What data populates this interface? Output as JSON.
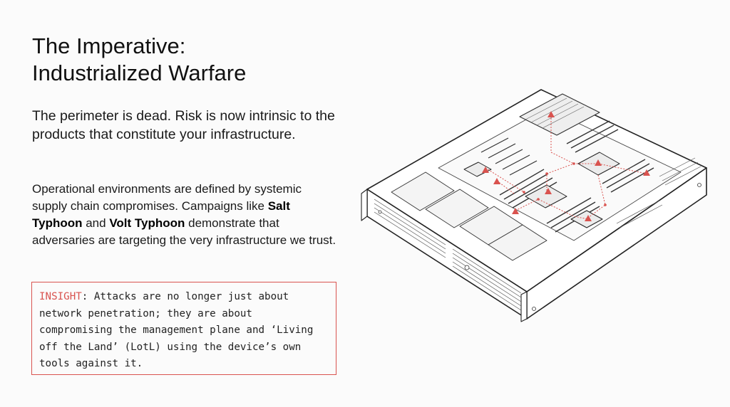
{
  "title": {
    "line1": "The Imperative:",
    "line2": "Industrialized Warfare"
  },
  "lead": "The perimeter is dead. Risk is now intrinsic to the products that constitute your infrastructure.",
  "body": {
    "part1": "Operational environments are defined by systemic supply chain compromises. Campaigns like ",
    "salt": "Salt Typhoon",
    "and": " and ",
    "volt": "Volt Typhoon",
    "part2": " demonstrate that adversaries are targeting the very infrastructure we trust."
  },
  "insight": {
    "tag": "INSIGHT",
    "text": ": Attacks are no longer just about network penetration; they are about compromising the management plane and ‘Living off the Land’ (LotL) using the device’s own tools against it."
  },
  "colors": {
    "accent": "#d9534f",
    "text": "#111111",
    "background": "#fbfbfb"
  },
  "illustration": {
    "icon": "server-chassis-icon",
    "warning_icon": "warning-triangle-icon",
    "warning_count": 8
  }
}
